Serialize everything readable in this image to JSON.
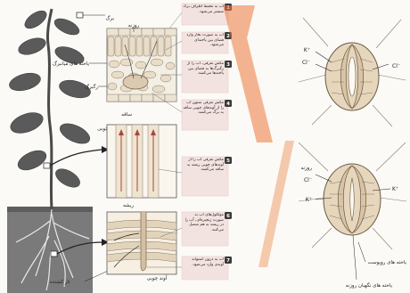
{
  "labels": {
    "leaf": "برگ",
    "stoma": "روزنه",
    "mesophyll": "یاخته های میانبرگ",
    "leaf_vein": "رگبرگ",
    "stem": "ساقه",
    "xylem": "آوند چوبی",
    "root": "ریشه",
    "root_hair": "تار کشنده",
    "epidermis_cells": "یاخته های روپوست",
    "guard_cells": "یاخته های نگهبان روزنه",
    "stoma_right": "روزنه"
  },
  "steps": [
    {
      "n": "1",
      "text": "آب به محیط اطراف برگ منتشر می‌شود."
    },
    {
      "n": "2",
      "text": "آب به صورت بخار وارد فضای بین یاخته‌ای می‌شود."
    },
    {
      "n": "3",
      "text": "مکش تعرقی، آب را از رگبرگ‌ها به فضای بین یاخته‌ها می‌کشد."
    },
    {
      "n": "4",
      "text": "مکش تعرقی ستون آب را از آوندهای چوبی ساقه به برگ می‌کشد."
    },
    {
      "n": "5",
      "text": "مکش تعرقی آب را از آوندهای چوبی ریشه به ساقه می‌کشد."
    },
    {
      "n": "6",
      "text": "مولکول‌های آب به صورت زنجیره‌ای، آب را در ریشه به هم متصل می‌کنند."
    },
    {
      "n": "7",
      "text": "آب به درون استوانه آوندی وارد می‌شود."
    }
  ],
  "ions": {
    "k": "K⁺",
    "cl": "Cl⁻"
  },
  "colors": {
    "badge": "#3a3a3a",
    "callout": "#f3e3e0",
    "callout_border": "#e8c6c0",
    "plant_dark": "#4a4a4a",
    "plant_light": "#9a9a9a",
    "soil": "#6e6e6e",
    "cell": "#e9ddc8",
    "cell_edge": "#8a7a66",
    "watermark": "#e85a1e"
  }
}
